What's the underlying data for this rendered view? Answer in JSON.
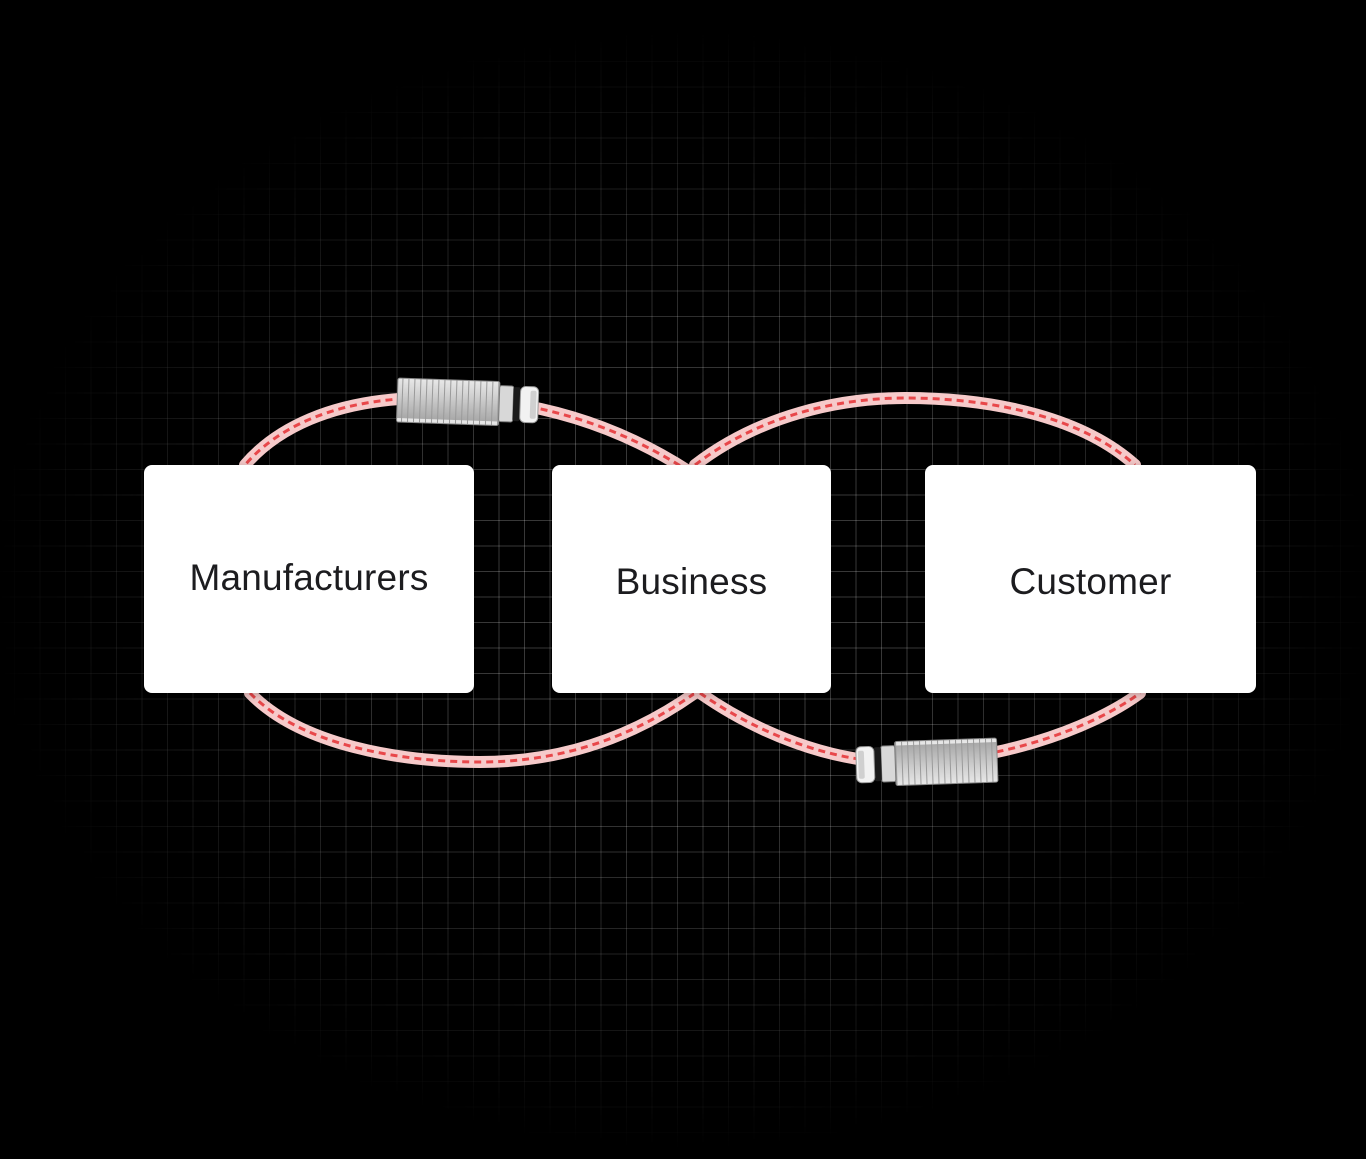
{
  "nodes": {
    "manufacturers": "Manufacturers",
    "business": "Business",
    "customer": "Customer"
  },
  "icons": [
    "truck-icon",
    "truck-icon"
  ],
  "colors": {
    "background": "#000000",
    "grid_line": "#3a3a3a",
    "road": "#f4c9c9",
    "road_dash": "#e8474a",
    "card": "#ffffff",
    "card_text": "#1c1c1f"
  }
}
